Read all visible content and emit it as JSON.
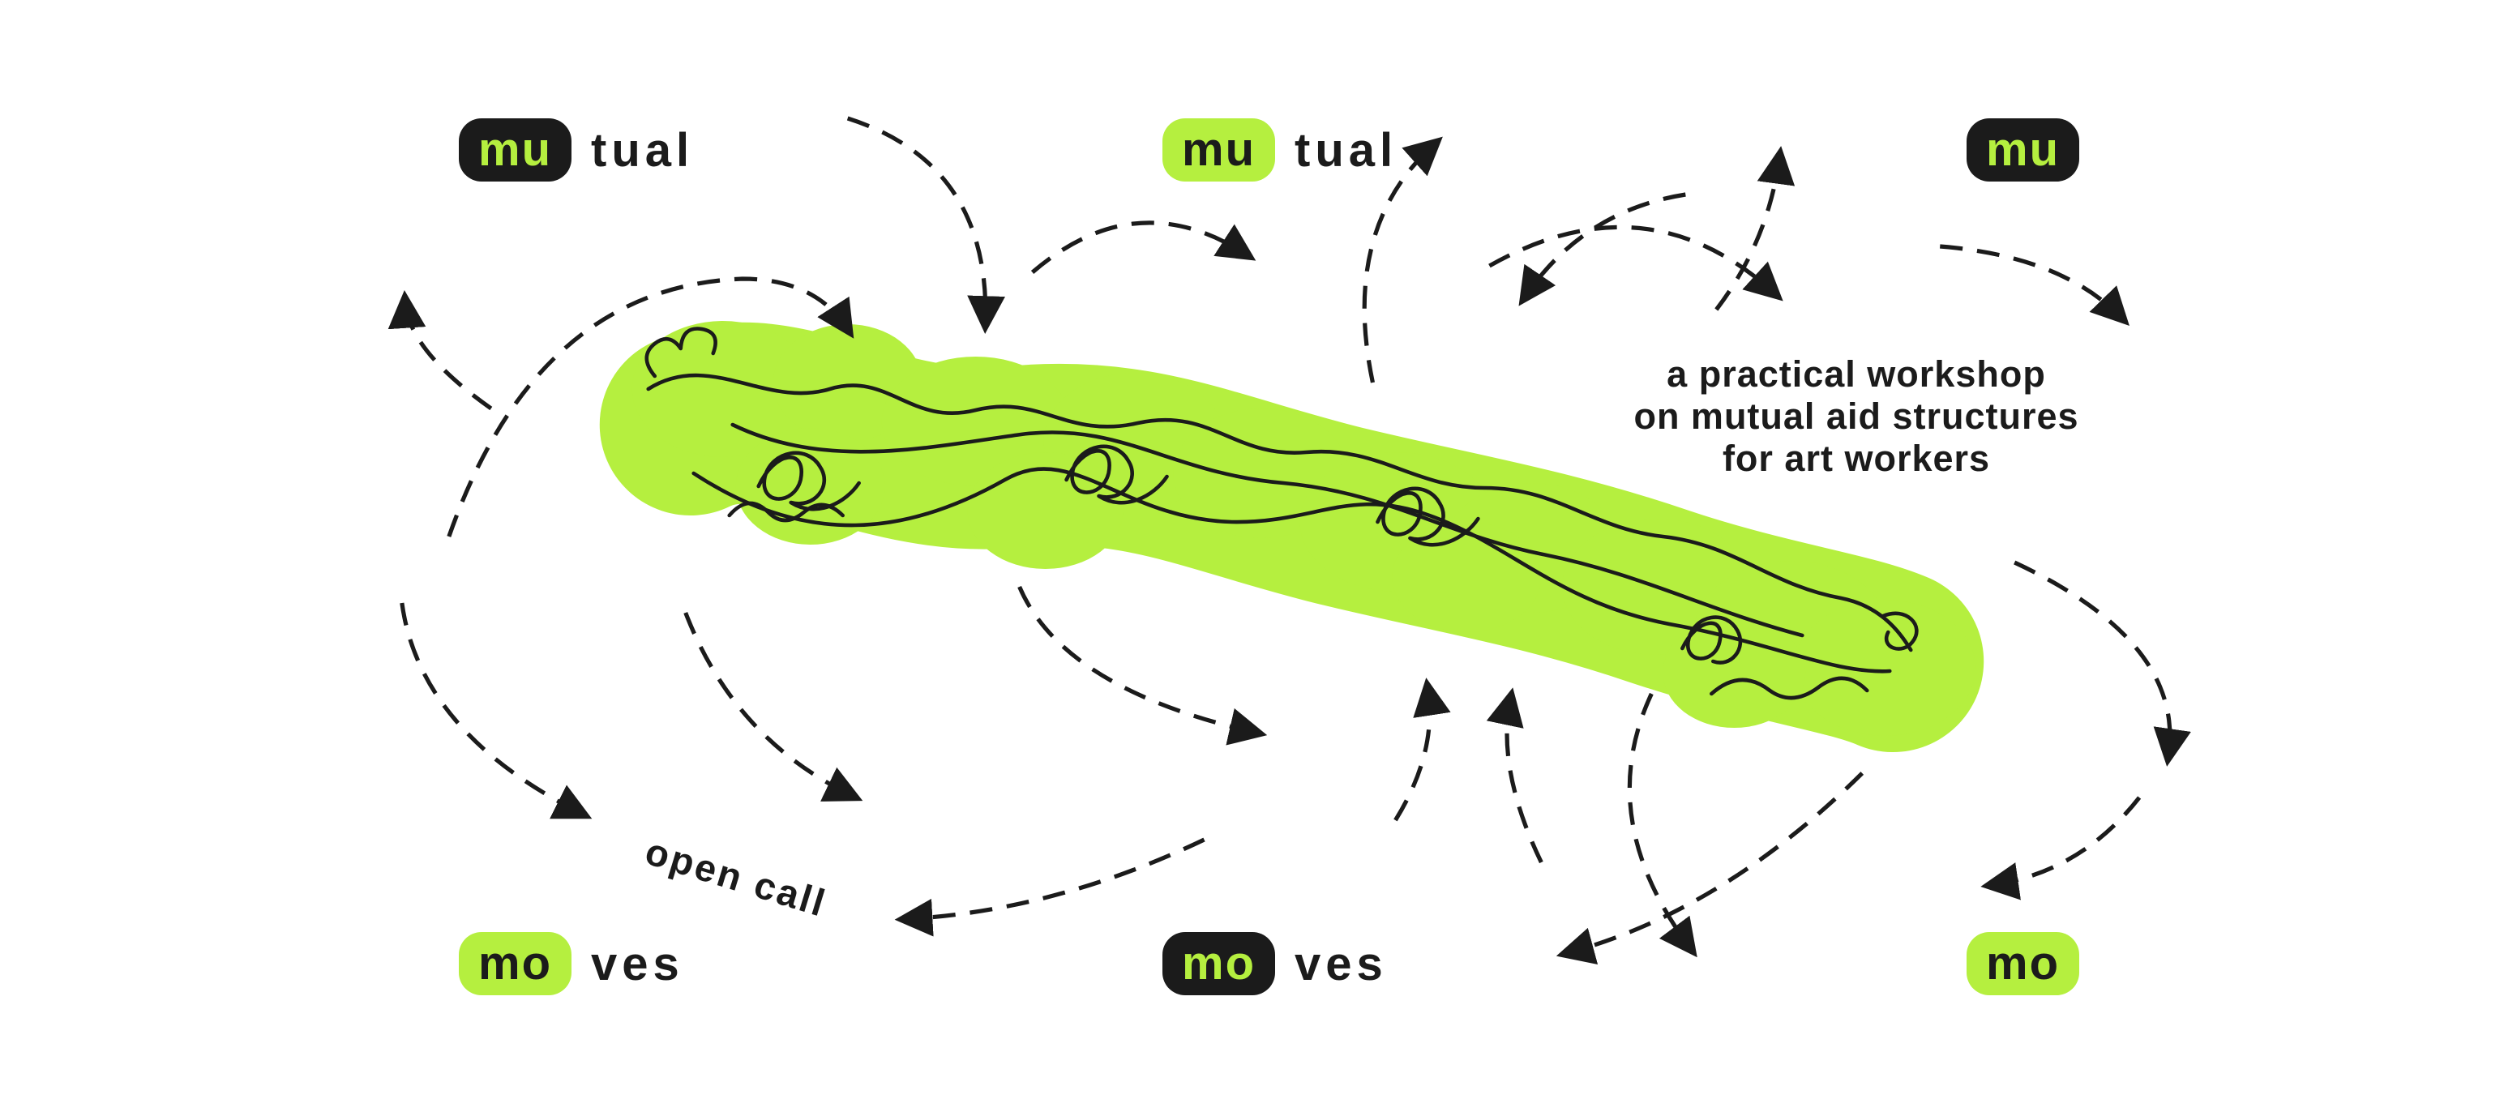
{
  "colors": {
    "green": "#b5ef3f",
    "black": "#1b1b1b",
    "background": "#ffffff"
  },
  "wordmarks": [
    {
      "prefix": "mu",
      "suffix": "tual",
      "badge_style": "black",
      "position": "top-left"
    },
    {
      "prefix": "mu",
      "suffix": "tual",
      "badge_style": "green",
      "position": "top-center"
    },
    {
      "prefix": "mu",
      "suffix": "",
      "badge_style": "black",
      "position": "top-right"
    },
    {
      "prefix": "mo",
      "suffix": "ves",
      "badge_style": "green",
      "position": "bottom-left"
    },
    {
      "prefix": "mo",
      "suffix": "ves",
      "badge_style": "black",
      "position": "bottom-center"
    },
    {
      "prefix": "mo",
      "suffix": "",
      "badge_style": "green",
      "position": "bottom-right"
    }
  ],
  "tagline": {
    "line1": "a practical workshop",
    "line2": "on mutual aid structures",
    "line3": "for art workers"
  },
  "open_call": {
    "label": "open call"
  },
  "illustration": {
    "blob_icon": "green-scribble-blob",
    "scribble_icon": "hand-drawn-line-art",
    "arrows_icon": "dashed-curved-arrows"
  }
}
